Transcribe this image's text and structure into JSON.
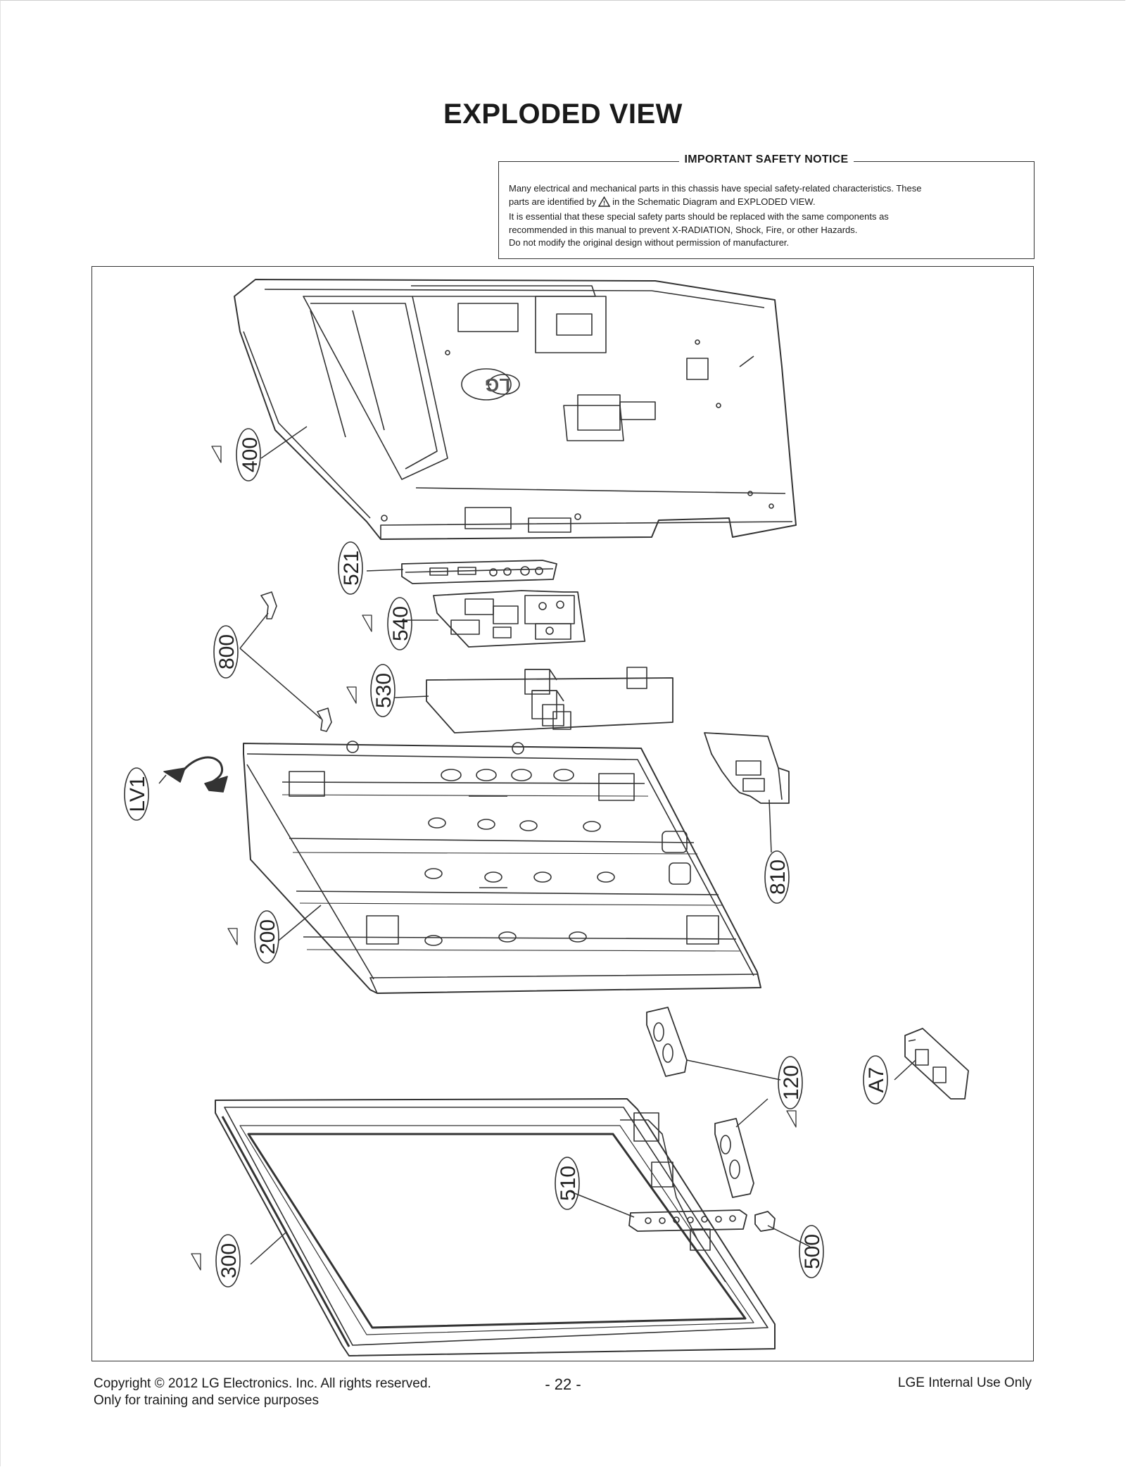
{
  "title": "EXPLODED VIEW",
  "notice": {
    "heading": "IMPORTANT SAFETY NOTICE",
    "line1": "Many electrical and mechanical parts in this chassis have special safety-related characteristics. These",
    "line2a": "parts are identified by",
    "line2b": "in the Schematic Diagram and EXPLODED VIEW.",
    "line3": "It is essential that these special safety parts should be replaced with the same components as",
    "line4": "recommended in this manual to prevent X-RADIATION, Shock, Fire, or other Hazards.",
    "line5": "Do not modify the original design without permission of manufacturer."
  },
  "parts": [
    {
      "label": "400",
      "safety": true
    },
    {
      "label": "521",
      "safety": false
    },
    {
      "label": "540",
      "safety": true
    },
    {
      "label": "800",
      "safety": false
    },
    {
      "label": "530",
      "safety": true
    },
    {
      "label": "LV1",
      "safety": false
    },
    {
      "label": "810",
      "safety": false
    },
    {
      "label": "200",
      "safety": true
    },
    {
      "label": "120",
      "safety": true
    },
    {
      "label": "A7",
      "safety": false
    },
    {
      "label": "510",
      "safety": false
    },
    {
      "label": "300",
      "safety": true
    },
    {
      "label": "500",
      "safety": false
    }
  ],
  "logo_text": "LG",
  "footer": {
    "copyright": "Copyright © 2012 LG Electronics. Inc. All rights reserved.",
    "purpose": "Only for training and service purposes",
    "page_number": "- 22 -",
    "internal": "LGE Internal Use Only"
  }
}
